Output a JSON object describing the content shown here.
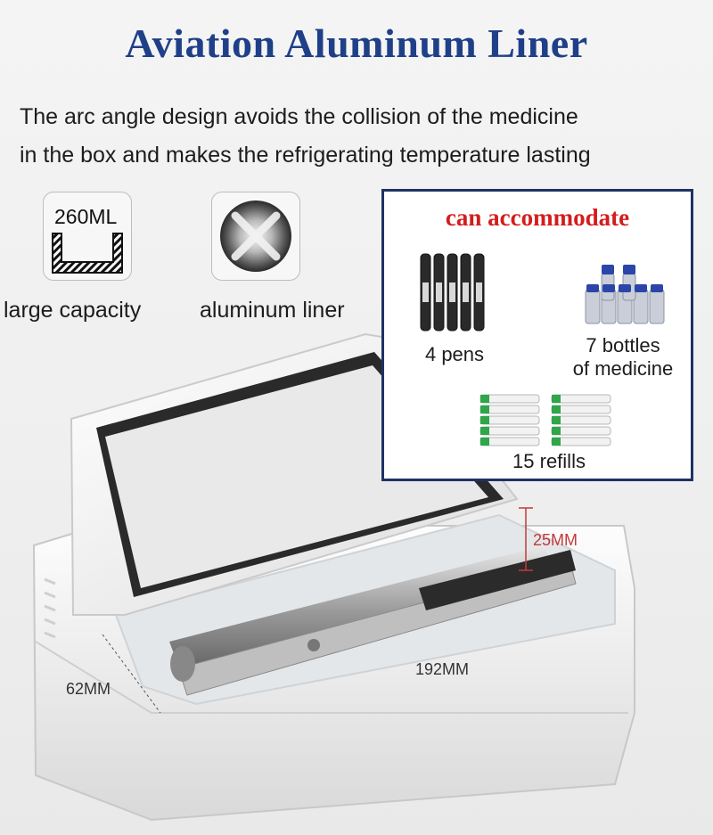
{
  "header": {
    "title": "Aviation Aluminum Liner",
    "line1": "The arc angle design avoids the collision of the medicine",
    "line2": "in the box and makes the refrigerating temperature lasting"
  },
  "features": [
    {
      "icon": "capacity-icon",
      "badge": "260ML",
      "label": "large capacity"
    },
    {
      "icon": "aluminum-liner-icon",
      "label": "aluminum liner"
    }
  ],
  "accommodate": {
    "title": "can accommodate",
    "items": [
      {
        "icon": "pens-icon",
        "label": "4 pens"
      },
      {
        "icon": "bottles-icon",
        "label_line1": "7 bottles",
        "label_line2": "of medicine"
      },
      {
        "icon": "refills-icon",
        "label": "15 refills"
      }
    ]
  },
  "dimensions": {
    "height": "25MM",
    "length": "192MM",
    "depth": "62MM"
  },
  "colors": {
    "title": "#1f3f88",
    "accent": "#d41d1d",
    "panel_border": "#1f3266"
  }
}
